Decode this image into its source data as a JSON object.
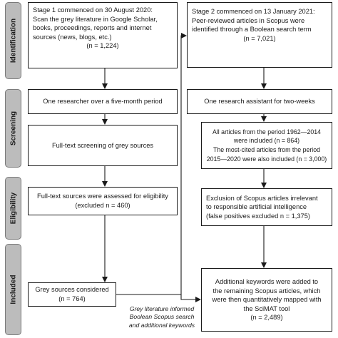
{
  "phases": [
    {
      "key": "identification",
      "label": "Identification"
    },
    {
      "key": "screening",
      "label": "Screening"
    },
    {
      "key": "eligibility",
      "label": "Eligibility"
    },
    {
      "key": "included",
      "label": "Included"
    }
  ],
  "left": {
    "stage1": [
      "Stage 1 commenced on 30 August 2020:",
      "Scan the grey literature in Google Scholar,",
      "books, proceedings, reports and internet",
      "sources (news, blogs, etc.)",
      "(n = 1,224)"
    ],
    "screen1": "One researcher over a five-month period",
    "screen2": "Full-text screening of grey sources",
    "elig": [
      "Full-text sources were assessed for eligibility",
      "(excluded n = 460)"
    ],
    "incl": [
      "Grey sources considered",
      "(n = 764)"
    ]
  },
  "right": {
    "stage2": [
      "Stage 2 commenced on 13 January 2021:",
      "Peer-reviewed articles in Scopus were",
      "identified through a Boolean search term",
      "(n = 7,021)"
    ],
    "screen1": "One research assistant for two-weeks",
    "screen2": [
      "All articles from the period 1962—2014",
      "were included (n = 864)",
      "The most-cited articles from the period",
      "2015—2020 were also included (n = 3,000)"
    ],
    "elig": [
      "Exclusion of Scopus articles irrelevant",
      "to responsible artificial intelligence",
      "(false positives excluded n = 1,375)"
    ],
    "incl": [
      "Additional keywords were added to",
      "the remaining Scopus articles, which",
      "were then quantitatively mapped with",
      "the SciMAT tool",
      "(n = 2,489)"
    ]
  },
  "note": [
    "Grey literature informed",
    "Boolean Scopus search",
    "and additional keywords"
  ]
}
